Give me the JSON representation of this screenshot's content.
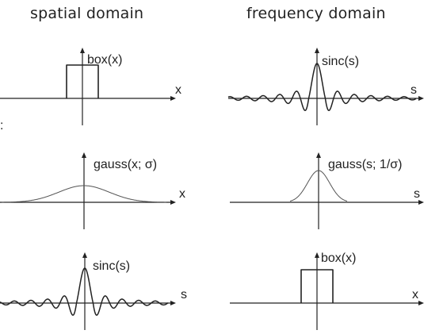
{
  "headings": {
    "spatial": "spatial domain",
    "frequency": "frequency domain"
  },
  "margin_mark": ":",
  "colors": {
    "ink": "#222222",
    "gauss_curve": "#555555"
  },
  "plots": [
    {
      "id": "box-spatial",
      "column": "spatial",
      "row": 1,
      "function": "box",
      "label": "box(x)",
      "axis_label": "x",
      "arrow_icon": "arrow-right-icon"
    },
    {
      "id": "sinc-frequency",
      "column": "frequency",
      "row": 1,
      "function": "sinc",
      "label": "sinc(s)",
      "axis_label": "s",
      "arrow_icon": "arrow-right-icon"
    },
    {
      "id": "gauss-spatial",
      "column": "spatial",
      "row": 2,
      "function": "gauss",
      "width": "wide",
      "label": "gauss(x; σ)",
      "axis_label": "x",
      "arrow_icon": "arrow-right-icon"
    },
    {
      "id": "gauss-frequency",
      "column": "frequency",
      "row": 2,
      "function": "gauss",
      "width": "narrow",
      "label": "gauss(s; 1/σ)",
      "axis_label": "s",
      "arrow_icon": "arrow-right-icon"
    },
    {
      "id": "sinc-spatial",
      "column": "spatial",
      "row": 3,
      "function": "sinc",
      "label": "sinc(s)",
      "axis_label": "s",
      "arrow_icon": "arrow-right-icon"
    },
    {
      "id": "box-frequency",
      "column": "frequency",
      "row": 3,
      "function": "box",
      "label": "box(x)",
      "axis_label": "x",
      "arrow_icon": "arrow-right-icon"
    }
  ]
}
